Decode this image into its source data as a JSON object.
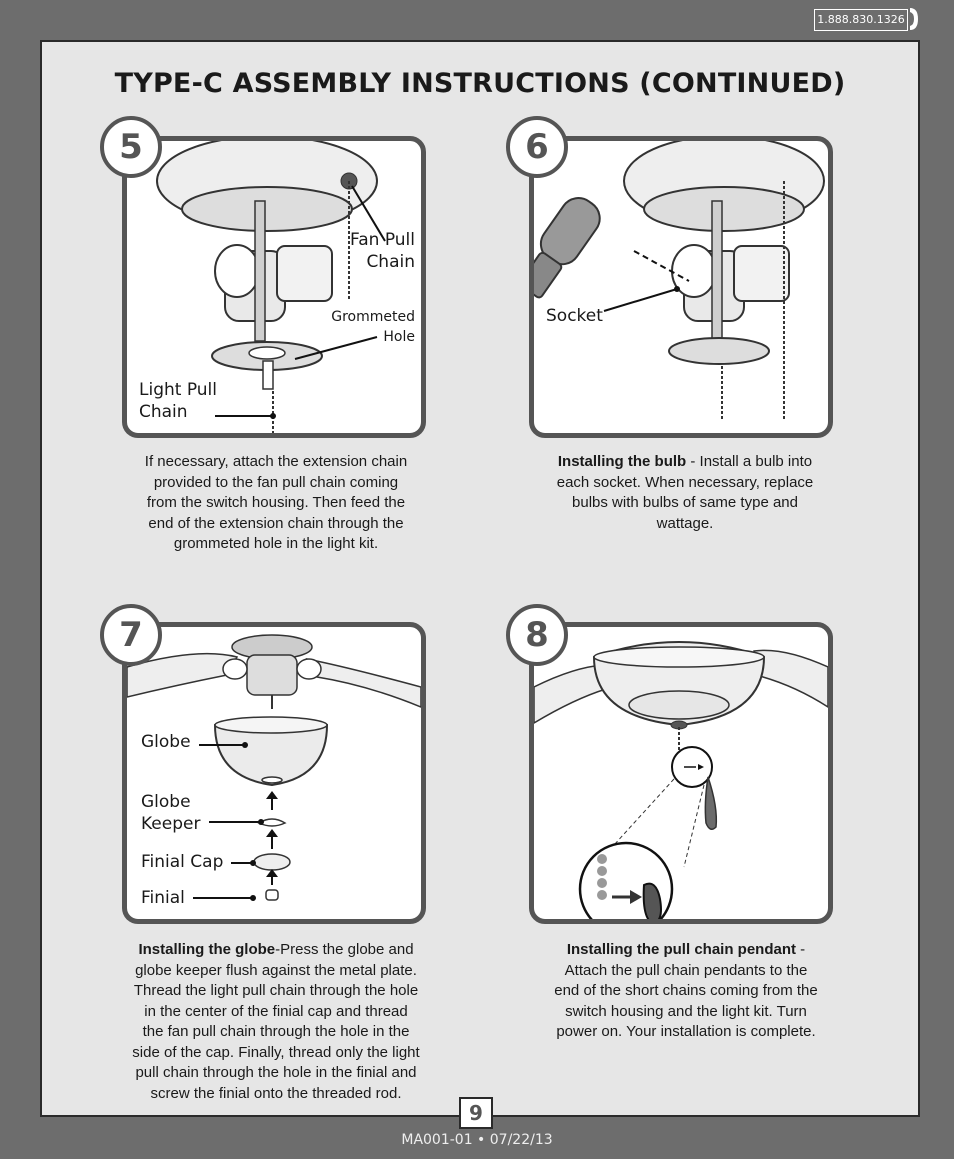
{
  "header": {
    "phone": "1.888.830.1326",
    "icon": "phone-icon"
  },
  "title": "TYPE-C ASSEMBLY INSTRUCTIONS (CONTINUED)",
  "steps": [
    {
      "number": "5",
      "labels": {
        "fan_pull_1": "Fan Pull",
        "fan_pull_2": "Chain",
        "grommeted_1": "Grommeted",
        "grommeted_2": "Hole",
        "light_pull_1": "Light Pull",
        "light_pull_2": "Chain"
      },
      "caption_lines": [
        "If necessary, attach the extension chain",
        "provided to the fan pull chain coming",
        "from the switch housing. Then feed the",
        "end of the extension chain through the",
        "grommeted hole in the light kit."
      ]
    },
    {
      "number": "6",
      "labels": {
        "socket": "Socket"
      },
      "caption_bold": "Installing the bulb",
      "caption_lines": [
        " - Install a bulb into",
        "each socket. When necessary, replace",
        "bulbs with bulbs of same type and",
        "wattage."
      ]
    },
    {
      "number": "7",
      "labels": {
        "globe": "Globe",
        "globe_keeper_1": "Globe",
        "globe_keeper_2": "Keeper",
        "finial_cap": "Finial Cap",
        "finial": "Finial"
      },
      "caption_bold": "Installing the globe",
      "caption_lines": [
        "-Press the globe and",
        "globe keeper flush against the metal plate.",
        "Thread the light pull chain through the hole",
        "in the center of the finial cap and thread",
        "the fan pull chain through the hole in the",
        "side of the cap. Finally, thread only the light",
        "pull chain through the hole in the finial and",
        "screw the finial onto the threaded rod."
      ]
    },
    {
      "number": "8",
      "caption_bold": "Installing the pull chain pendant",
      "caption_lines": [
        " -",
        "Attach the pull chain pendants to the",
        "end of the short chains coming from the",
        "switch housing and the light kit. Turn",
        "power on. Your installation is complete."
      ]
    }
  ],
  "page_number": "9",
  "footer": "MA001-01 • 07/22/13"
}
